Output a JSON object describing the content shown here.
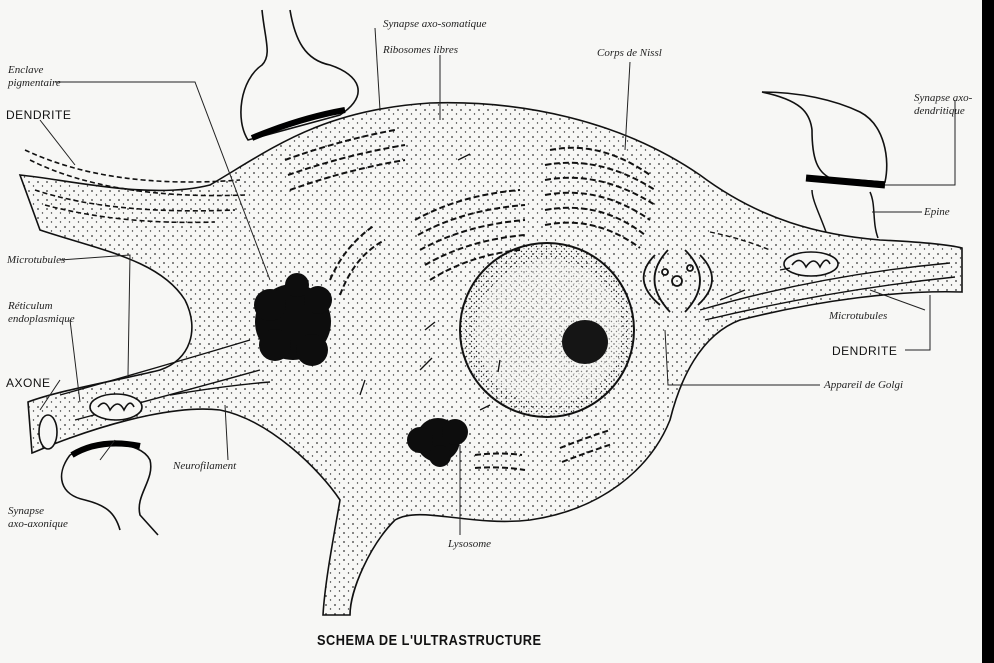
{
  "labels": {
    "synapse_axo_somatique": "Synapse axo-somatique",
    "ribosomes_libres": "Ribosomes libres",
    "corps_de_nissl": "Corps de Nissl",
    "enclave_pigmentaire_1": "Enclave",
    "enclave_pigmentaire_2": "pigmentaire",
    "dendrite_left": "DENDRITE",
    "synapse_axo_dendritique_1": "Synapse axo-",
    "synapse_axo_dendritique_2": "dendritique",
    "epine": "Epine",
    "microtubules_left": "Microtubules",
    "reticulum_1": "Réticulum",
    "reticulum_2": "endoplasmique",
    "microtubules_right": "Microtubules",
    "dendrite_right": "DENDRITE",
    "axone": "AXONE",
    "appareil_de_golgi": "Appareil de Golgi",
    "neurofilament": "Neurofilament",
    "synapse_axo_axonique_1": "Synapse",
    "synapse_axo_axonique_2": "axo-axonique",
    "lysosome": "Lysosome"
  },
  "caption": "SCHEMA DE L'ULTRASTRUCTURE"
}
